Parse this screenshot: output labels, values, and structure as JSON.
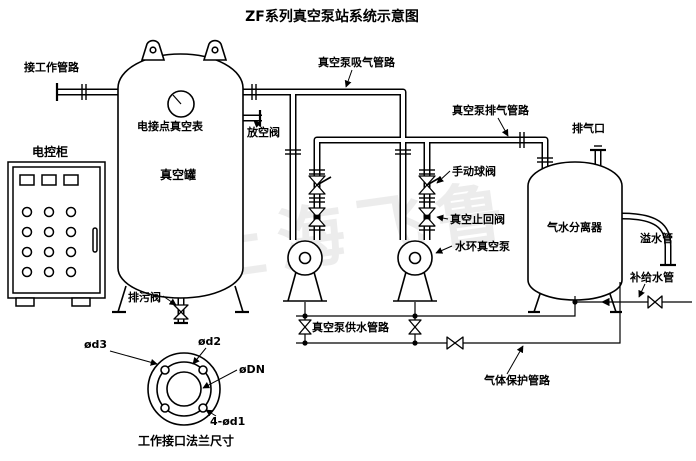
{
  "title": "ZF系列真空泵站系统示意图",
  "watermark": "上海飞鲁",
  "ink_color": "#000000",
  "labels": {
    "work_pipe": "接工作管路",
    "cabinet": "电控柜",
    "gauge": "电接点真空表",
    "tank": "真空罐",
    "vent_valve": "放空阀",
    "drain_valve": "排污阀",
    "suction_pipe": "真空泵吸气管路",
    "exhaust_pipe": "真空泵排气管路",
    "exhaust_port": "排气口",
    "ball_valve": "手动球阀",
    "check_valve": "真空止回阀",
    "pump": "水环真空泵",
    "separator": "气水分离器",
    "overflow": "溢水管",
    "makeup": "补给水管",
    "supply_pipe": "真空泵供水管路",
    "protection_pipe": "气体保护管路"
  },
  "flange": {
    "d3": "ød3",
    "d2": "ød2",
    "dn": "øDN",
    "bolt": "4-ød1",
    "caption": "工作接口法兰尺寸"
  }
}
